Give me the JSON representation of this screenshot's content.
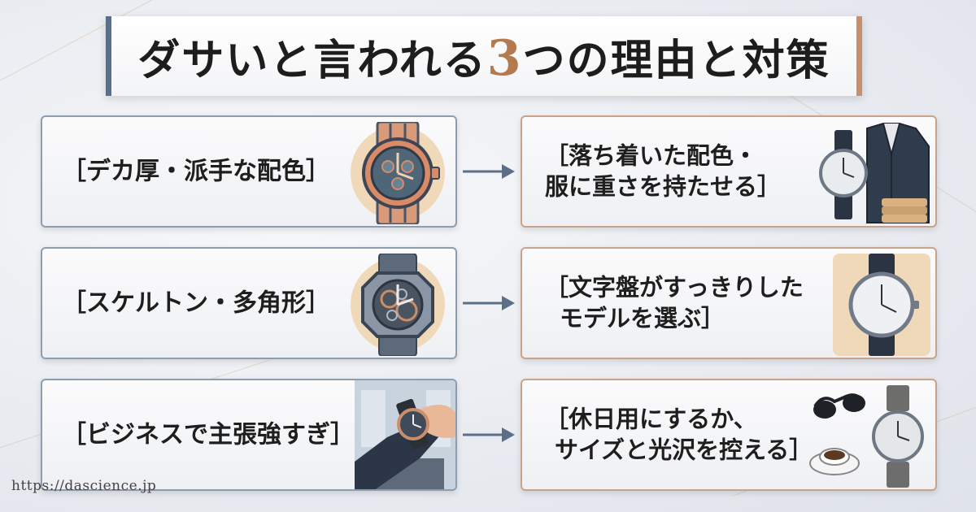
{
  "title": {
    "part1": "ダサいと言われる",
    "accent": "3",
    "part2": "つの理由と対策"
  },
  "rows": [
    {
      "problem": "［デカ厚・派手な配色］",
      "solution_line1": "［落ち着いた配色・",
      "solution_line2": "服に重さを持たせる］"
    },
    {
      "problem": "［スケルトン・多角形］",
      "solution_line1": "［文字盤がすっきりした",
      "solution_line2": "モデルを選ぶ］"
    },
    {
      "problem": "［ビジネスで主張強すぎ］",
      "solution_line1": "［休日用にするか、",
      "solution_line2": "サイズと光沢を控える］"
    }
  ],
  "footer": {
    "url": "https://dascience.jp"
  },
  "colors": {
    "accent": "#b37a50",
    "steel": "#5a6e86",
    "arrow": "#5b7088"
  },
  "icons": {
    "row1_left": "bulky-two-tone-watch-icon",
    "row1_right": "watch-and-jacket-icon",
    "row2_left": "skeleton-octagon-watch-icon",
    "row2_right": "simple-dress-watch-icon",
    "row3_left": "business-wrist-watch-icon",
    "row3_right": "sunglasses-coffee-watch-icon"
  }
}
